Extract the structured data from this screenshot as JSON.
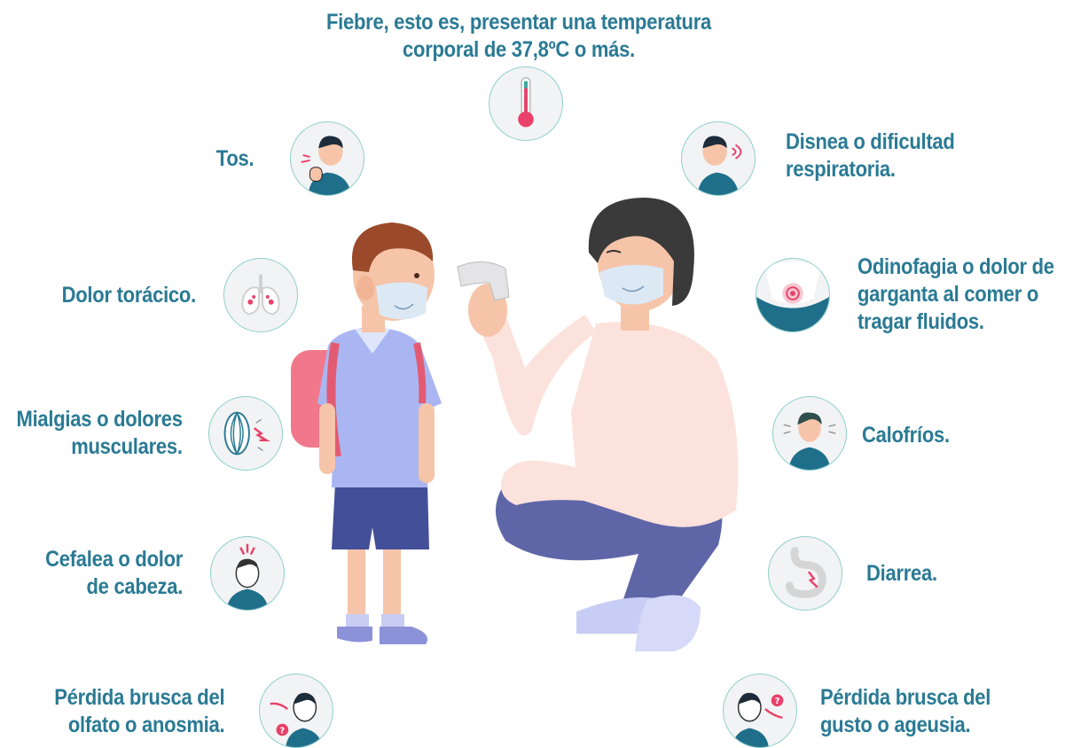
{
  "symptoms": {
    "fever": {
      "line1": "Fiebre, esto es, presentar una temperatura",
      "line2": "corporal de 37,8ºC o más."
    },
    "cough": {
      "line1": "Tos."
    },
    "dyspnea": {
      "line1": "Disnea o dificultad",
      "line2": "respiratoria."
    },
    "chest_pain": {
      "line1": "Dolor torácico."
    },
    "odynophagia": {
      "line1": "Odinofagia o dolor de",
      "line2": "garganta al comer o",
      "line3": "tragar fluidos."
    },
    "myalgia": {
      "line1": "Mialgias o dolores",
      "line2": "musculares."
    },
    "chills": {
      "line1": "Calofríos."
    },
    "headache": {
      "line1": "Cefalea o dolor",
      "line2": "de cabeza."
    },
    "diarrhea": {
      "line1": "Diarrea."
    },
    "anosmia": {
      "line1": "Pérdida brusca del",
      "line2": "olfato o anosmia."
    },
    "ageusia": {
      "line1": "Pérdida brusca del",
      "line2": "gusto o ageusia."
    }
  },
  "icons": [
    "thermometer-icon",
    "cough-icon",
    "breathing-icon",
    "lungs-icon",
    "throat-icon",
    "muscle-icon",
    "chills-icon",
    "headache-icon",
    "stomach-icon",
    "smell-icon",
    "taste-icon"
  ],
  "colors": {
    "text": "#2a7a94",
    "ring": "#8fd0cb",
    "icon_bg": "#f2f3f4",
    "accent": "#e8416a",
    "shirt": "#1f6f8b"
  }
}
